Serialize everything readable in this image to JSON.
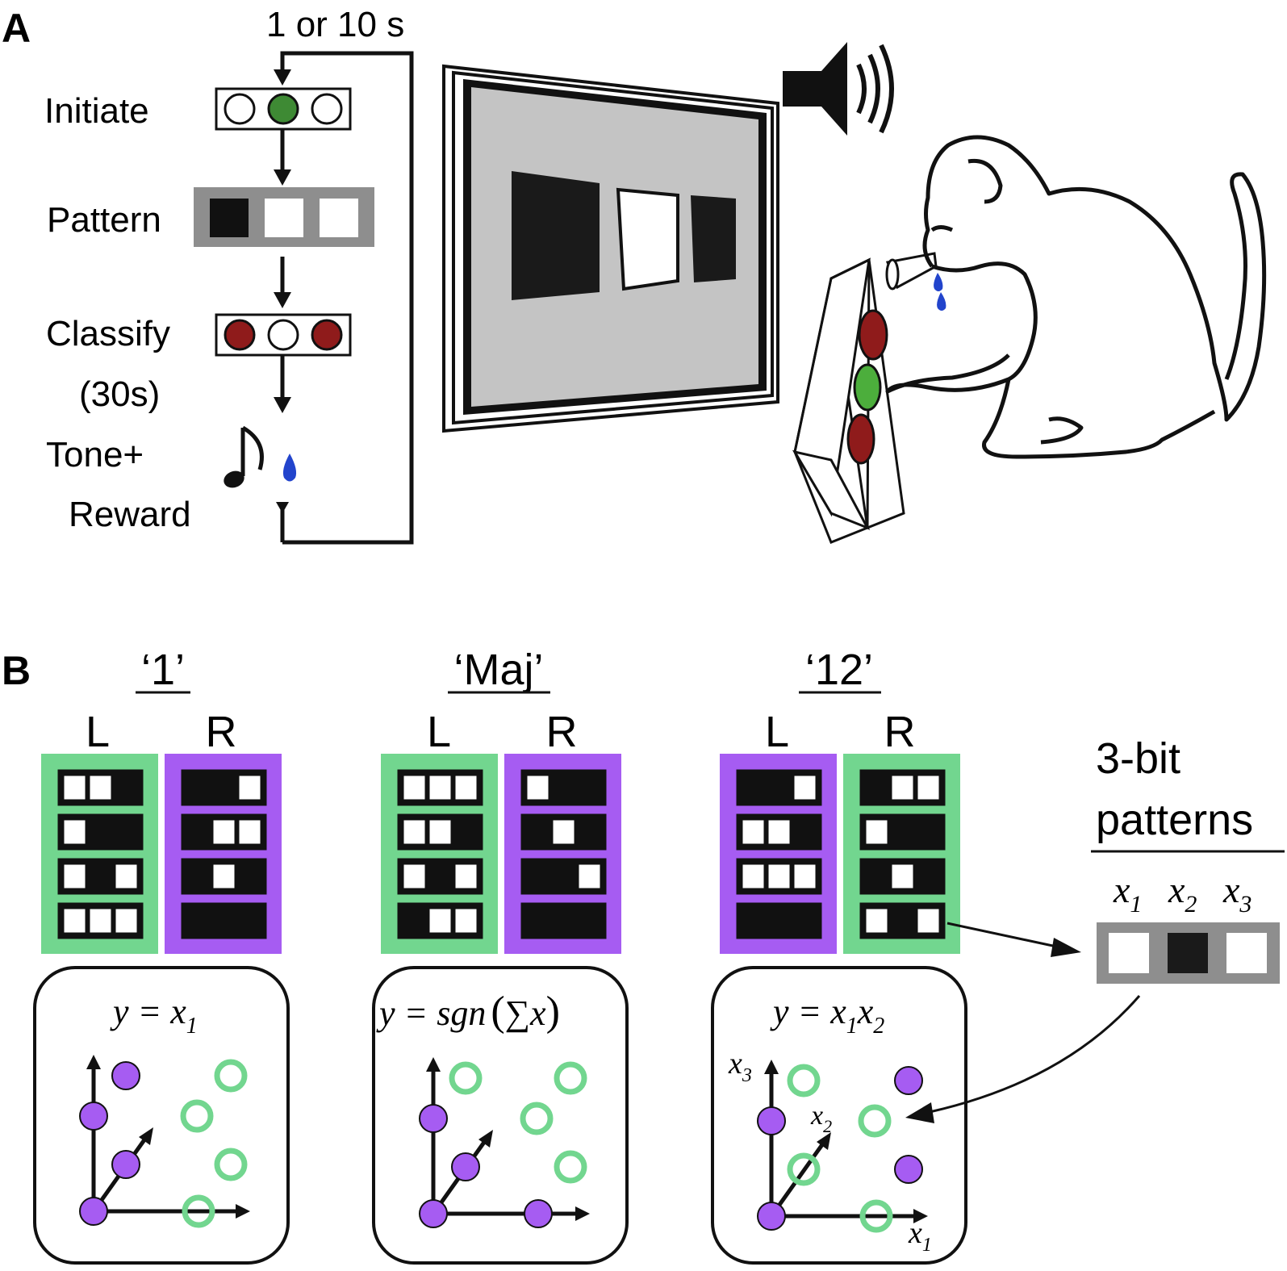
{
  "panel_a": {
    "label": "A",
    "loop_time": "1 or 10 s",
    "steps": {
      "initiate": "Initiate",
      "pattern": "Pattern",
      "classify": "Classify",
      "classify_time": "(30s)",
      "tone": "Tone+",
      "reward": "Reward"
    },
    "icons": [
      "music-note-icon",
      "water-drop-icon",
      "speaker-icon",
      "monkey-figure",
      "touch-panel",
      "reward-spout"
    ]
  },
  "panel_b": {
    "label": "B",
    "side_labels": {
      "left": "L",
      "right": "R"
    },
    "tasks": [
      {
        "title": "‘1’",
        "formula": {
          "lhs": "y = x",
          "sub": "1"
        }
      },
      {
        "title": "‘Maj’",
        "formula": {
          "lhs": "y = sgn",
          "sum": "∑x"
        }
      },
      {
        "title": "‘12’",
        "formula": {
          "lhs": "y = x",
          "sub1": "1",
          "mid": "x",
          "sub2": "2"
        }
      }
    ],
    "legend": {
      "title_line1": "3-bit",
      "title_line2": "patterns",
      "vars": [
        "x",
        "x",
        "x"
      ],
      "subs": [
        "1",
        "2",
        "3"
      ]
    },
    "axis_labels": {
      "x1": "x",
      "x1_sub": "1",
      "x2": "x",
      "x2_sub": "2",
      "x3": "x",
      "x3_sub": "3"
    }
  },
  "colors": {
    "green": "#72d68f",
    "purple": "#a65cf2",
    "black": "#111111",
    "gray_panel": "#8e8e8e",
    "screen_gray": "#c4c4c4",
    "red_button": "#8f1b1b",
    "green_button": "#3e8a34",
    "water": "#2244cc"
  }
}
